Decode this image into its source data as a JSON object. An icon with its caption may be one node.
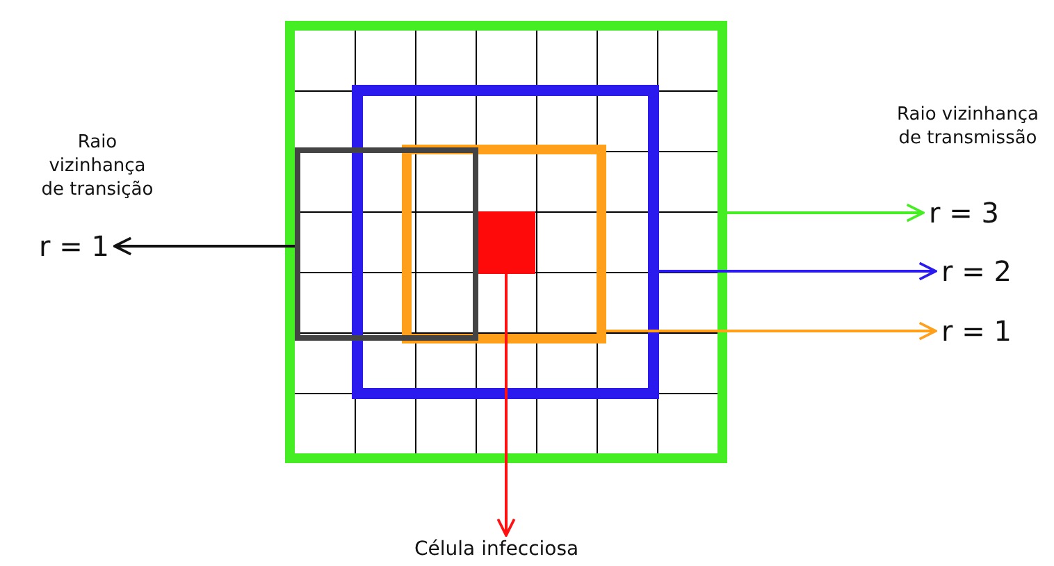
{
  "diagram": {
    "nodes": [
      {
        "text": [],
        "shape": "box"
      },
      {
        "text": [],
        "shape": "box",
        "in": 0
      },
      {
        "text": [],
        "shape": "box",
        "in": 1
      },
      {
        "text": [],
        "shape": "box",
        "in": 0
      },
      {
        "text": [],
        "shape": "box",
        "in": 2
      },
      {
        "text": [
          "r = 1"
        ]
      },
      {
        "text": [
          "r = 3"
        ]
      },
      {
        "text": [
          "r = 2"
        ]
      },
      {
        "text": [
          "r = 1"
        ]
      },
      {
        "text": [
          "Célula infecciosa"
        ]
      }
    ],
    "edges": [
      {
        "from": 3,
        "to": 5,
        "arrow": "to",
        "color": "#111111"
      },
      {
        "from": 0,
        "to": 6,
        "arrow": "to",
        "color": "#44ee22"
      },
      {
        "from": 1,
        "to": 7,
        "arrow": "to",
        "color": "#2a1aee"
      },
      {
        "from": 2,
        "to": 8,
        "arrow": "to",
        "color": "#ff9f1a"
      },
      {
        "from": 4,
        "to": 9,
        "arrow": "to",
        "color": "#ff1111"
      }
    ],
    "labels": [
      "Raio vizinhança de transição",
      "Raio vizinhança de transmissão"
    ]
  }
}
